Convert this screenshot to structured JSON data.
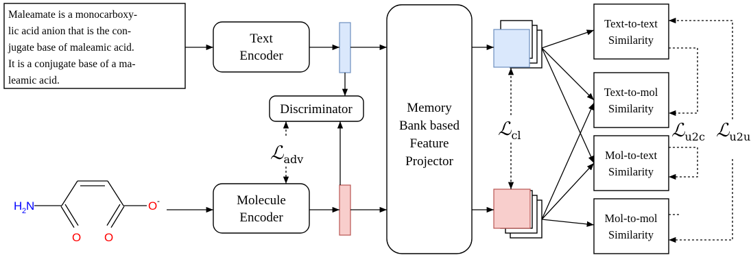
{
  "input_text": {
    "lines": [
      "Maleamate is a monocarboxy-",
      "lic acid anion that is the con-",
      "jugate base of maleamic acid.",
      "It is a conjugate base of a ma-",
      "leamic acid."
    ]
  },
  "text_encoder": {
    "line1": "Text",
    "line2": "Encoder"
  },
  "molecule_encoder": {
    "line1": "Molecule",
    "line2": "Encoder"
  },
  "discriminator": {
    "label": "Discriminator"
  },
  "projector": {
    "line1": "Memory",
    "line2": "Bank based",
    "line3": "Feature",
    "line4": "Projector"
  },
  "similarities": [
    {
      "line1": "Text-to-text",
      "line2": "Similarity"
    },
    {
      "line1": "Text-to-mol",
      "line2": "Similarity"
    },
    {
      "line1": "Mol-to-text",
      "line2": "Similarity"
    },
    {
      "line1": "Mol-to-mol",
      "line2": "Similarity"
    }
  ],
  "losses": {
    "adv": {
      "symbol": "ℒ",
      "sub": "adv"
    },
    "cl": {
      "symbol": "ℒ",
      "sub": "cl"
    },
    "u2c": {
      "symbol": "ℒ",
      "sub": "u2c"
    },
    "u2u": {
      "symbol": "ℒ",
      "sub": "u2u"
    }
  },
  "molecule": {
    "amine_h": "H",
    "amine_sub": "2",
    "amine_n": "N",
    "oxygen": "O",
    "charge": "-"
  },
  "colors": {
    "text_feature": "#dae8fc",
    "text_feature_stroke": "#6c8ebf",
    "mol_feature": "#f8cecc",
    "mol_feature_stroke": "#b85450",
    "nitrogen": "#0000ff",
    "oxygen": "#ff0000"
  }
}
